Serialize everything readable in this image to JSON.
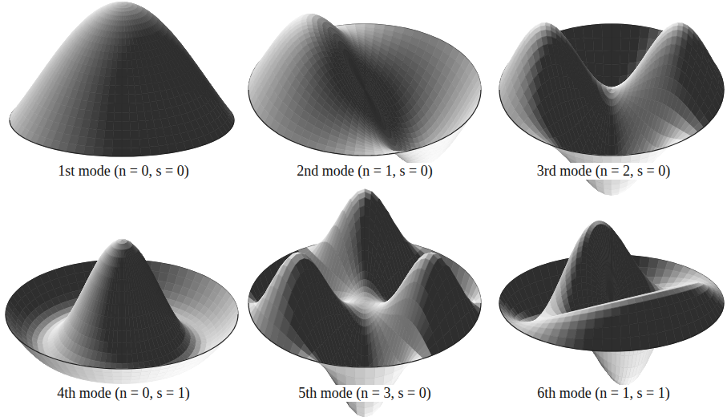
{
  "diagram": {
    "labels": [
      "1st mode (n = 0, s = 0)",
      "2nd mode (n = 1, s = 0)",
      "3rd mode (n = 2, s = 0)",
      "4th mode (n = 0, s = 1)",
      "5th mode (n = 3, s = 0)",
      "6th mode (n = 1, s = 1)"
    ]
  }
}
